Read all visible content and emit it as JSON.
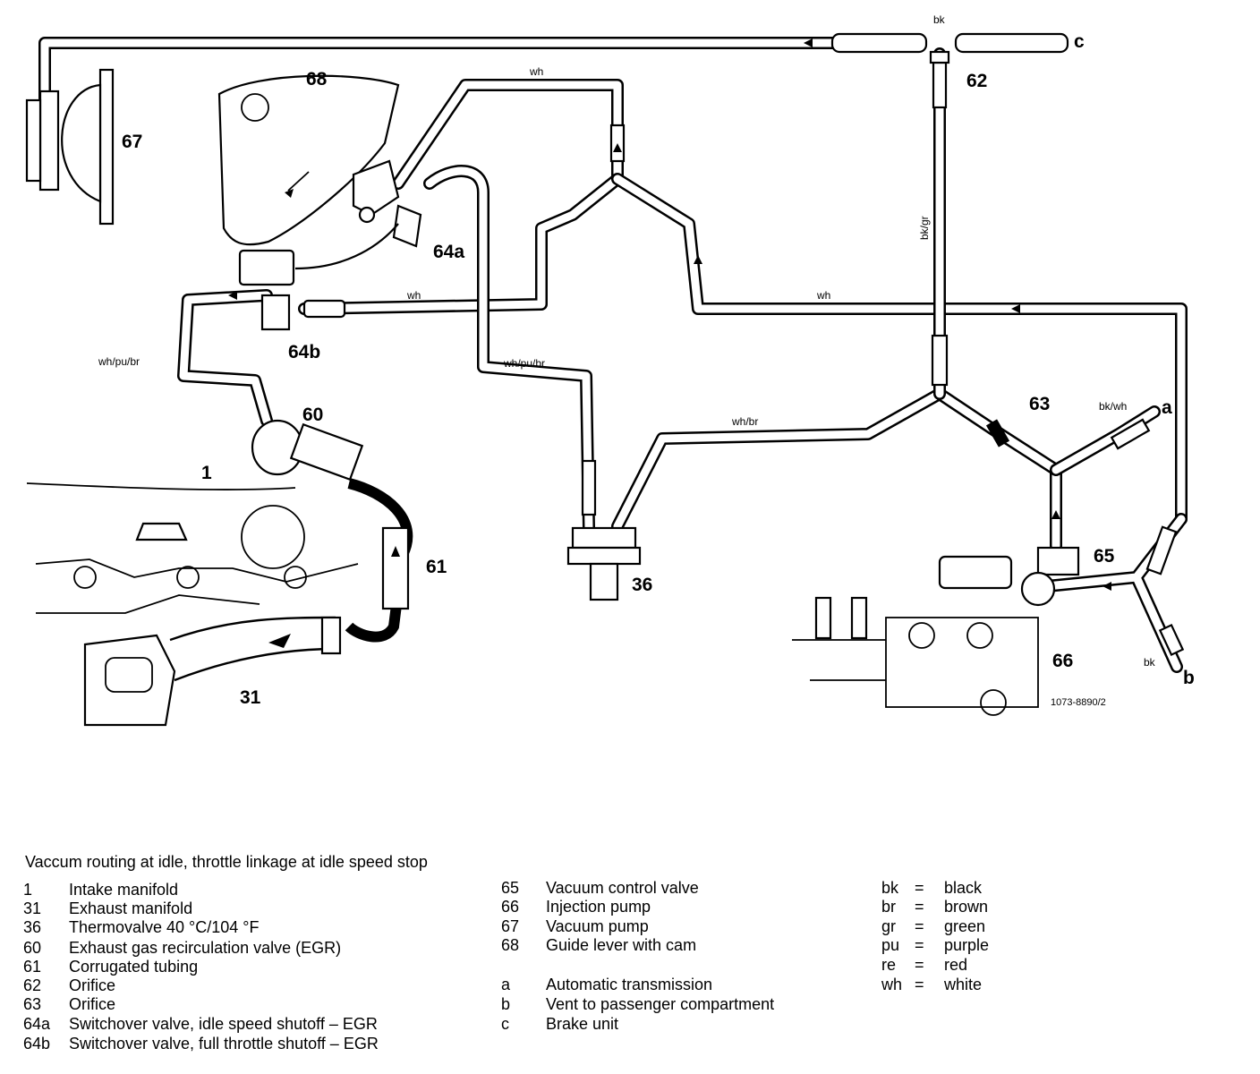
{
  "labels": {
    "n1": "1",
    "n31": "31",
    "n36": "36",
    "n60": "60",
    "n61": "61",
    "n62": "62",
    "n63": "63",
    "n64a": "64a",
    "n64b": "64b",
    "n65": "65",
    "n66": "66",
    "n67": "67",
    "n68": "68",
    "a": "a",
    "b": "b",
    "c": "c"
  },
  "wire_labels": {
    "wh_top": "wh",
    "wh_mid_left": "wh",
    "wh_mid_right": "wh",
    "whpubr_left": "wh/pu/br",
    "whpubr_center": "wh/pu/br",
    "whbr": "wh/br",
    "bk_top": "bk",
    "bkgr": "bk/gr",
    "bkwh": "bk/wh",
    "bk_bottom": "bk"
  },
  "figure_code": "1073-8890/2",
  "caption": "Vaccum routing at idle, throttle linkage at idle speed stop",
  "legend": {
    "parts_left": [
      {
        "num": "1",
        "text": "Intake manifold"
      },
      {
        "num": "31",
        "text": "Exhaust manifold"
      },
      {
        "num": "36",
        "text": "Thermovalve 40 °C/104 °F"
      },
      {
        "num": "60",
        "text": "Exhaust gas recirculation valve (EGR)"
      },
      {
        "num": "61",
        "text": "Corrugated tubing"
      },
      {
        "num": "62",
        "text": "Orifice"
      },
      {
        "num": "63",
        "text": "Orifice"
      },
      {
        "num": "64a",
        "text": "Switchover valve, idle speed shutoff – EGR"
      },
      {
        "num": "64b",
        "text": "Switchover valve, full throttle shutoff – EGR"
      }
    ],
    "parts_mid": [
      {
        "num": "65",
        "text": "Vacuum control valve"
      },
      {
        "num": "66",
        "text": "Injection pump"
      },
      {
        "num": "67",
        "text": "Vacuum pump"
      },
      {
        "num": "68",
        "text": "Guide lever with cam"
      }
    ],
    "letters": [
      {
        "num": "a",
        "text": "Automatic transmission"
      },
      {
        "num": "b",
        "text": "Vent to passenger compartment"
      },
      {
        "num": "c",
        "text": "Brake unit"
      }
    ],
    "colors": [
      {
        "code": "bk",
        "eq": "=",
        "name": "black"
      },
      {
        "code": "br",
        "eq": "=",
        "name": "brown"
      },
      {
        "code": "gr",
        "eq": "=",
        "name": "green"
      },
      {
        "code": "pu",
        "eq": "=",
        "name": "purple"
      },
      {
        "code": "re",
        "eq": "=",
        "name": "red"
      },
      {
        "code": "wh",
        "eq": "=",
        "name": "white"
      }
    ]
  }
}
